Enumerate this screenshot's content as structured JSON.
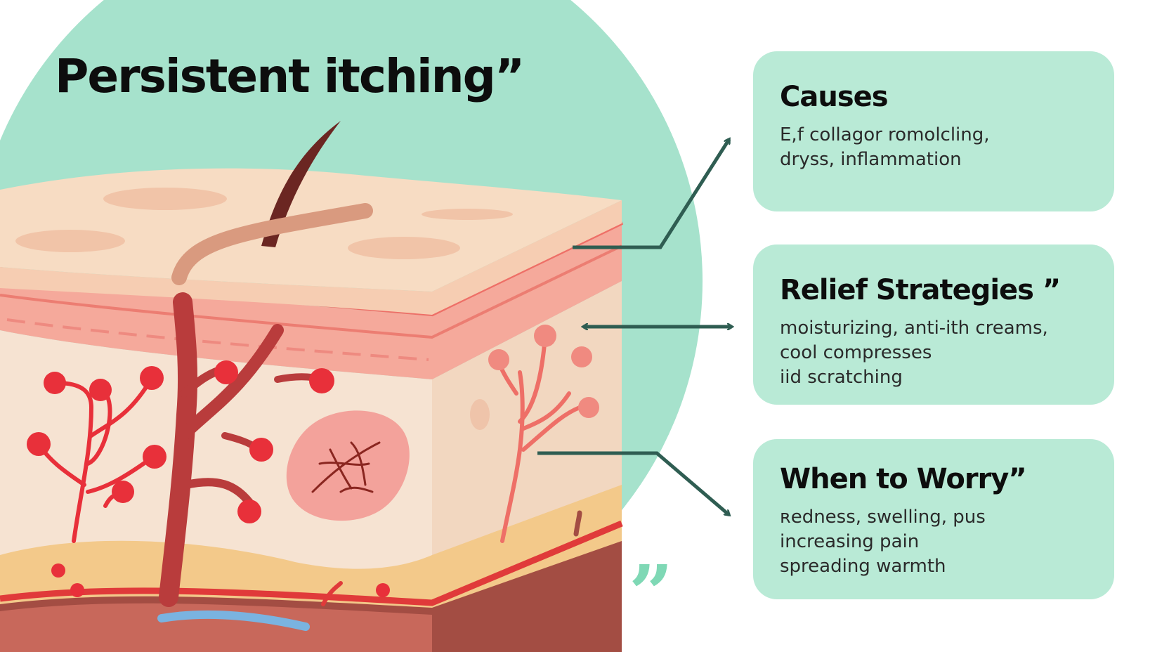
{
  "title": "Persistent itching”",
  "cards": [
    {
      "id": "causes",
      "heading": "Causes",
      "lines": [
        "E,f  collagor romolcling,",
        "dryss, inflammation"
      ]
    },
    {
      "id": "relief",
      "heading": "Relief Strategies ”",
      "lines": [
        "moisturizing, anti-ith creams,",
        "cool compresses",
        "iid scratching"
      ]
    },
    {
      "id": "worry",
      "heading": "When to Worry”",
      "lines": [
        "ʀedness, swelling, pus",
        "increasing pain",
        "spreading warmth"
      ]
    }
  ],
  "decor": {
    "quote_mark": "”"
  },
  "colors": {
    "circle_bg": "#a6e2cc",
    "card_bg": "#b9ead6",
    "arrow": "#2f5d52",
    "capillary": "#e8303a",
    "vessel": "#b93c3c",
    "hair": "#6b2622",
    "epidermis": "#f7dcc3",
    "fat_layer": "#f3c98a",
    "muscle_layer": "#a34d43",
    "vein": "#7ab3e0"
  }
}
